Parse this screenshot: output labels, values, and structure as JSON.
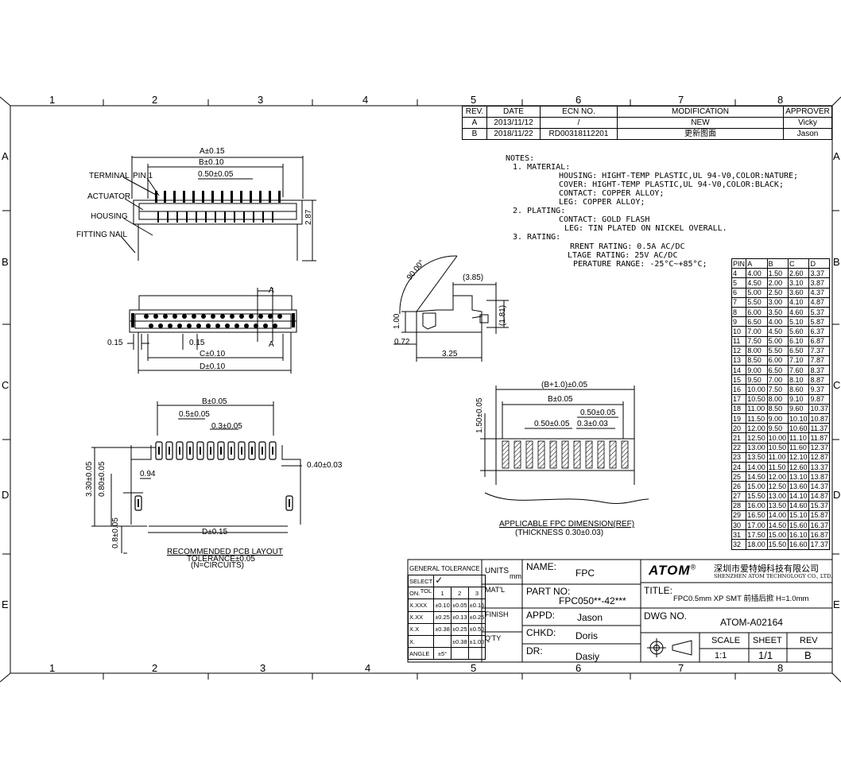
{
  "grid": {
    "cols": [
      "1",
      "2",
      "3",
      "4",
      "5",
      "6",
      "7",
      "8"
    ],
    "rows": [
      "A",
      "B",
      "C",
      "D",
      "E"
    ]
  },
  "revision": {
    "headers": [
      "REV.",
      "DATE",
      "ECN NO.",
      "MODIFICATION",
      "APPROVER"
    ],
    "rows": [
      [
        "A",
        "2013/11/12",
        "/",
        "NEW",
        "Vicky"
      ],
      [
        "B",
        "2018/11/22",
        "RD00318112201",
        "更新图面",
        "Jason"
      ]
    ]
  },
  "notes": {
    "title": "NOTES:",
    "lines": [
      "1. MATERIAL:",
      "HOUSING: HIGHT-TEMP PLASTIC,UL 94-V0,COLOR:NATURE;",
      "COVER: HIGHT-TEMP PLASTIC,UL 94-V0,COLOR:BLACK;",
      "CONTACT: COPPER ALLOY;",
      "LEG: COPPER ALLOY;",
      "2. PLATING:",
      "CONTACT: GOLD FLASH",
      "LEG: TIN PLATED ON NICKEL OVERALL.",
      "3. RATING:",
      "RRENT RATING: 0.5A AC/DC",
      "LTAGE RATING: 25V AC/DC",
      "PERATURE RANGE: -25°C~+85°C;"
    ]
  },
  "pin_table": {
    "headers": [
      "PIN",
      "A",
      "B",
      "C",
      "D"
    ],
    "rows": [
      [
        "4",
        "4.00",
        "1.50",
        "2.60",
        "3.37"
      ],
      [
        "5",
        "4.50",
        "2.00",
        "3.10",
        "3.87"
      ],
      [
        "6",
        "5.00",
        "2.50",
        "3.60",
        "4.37"
      ],
      [
        "7",
        "5.50",
        "3.00",
        "4.10",
        "4.87"
      ],
      [
        "8",
        "6.00",
        "3.50",
        "4.60",
        "5.37"
      ],
      [
        "9",
        "6.50",
        "4.00",
        "5.10",
        "5.87"
      ],
      [
        "10",
        "7.00",
        "4.50",
        "5.60",
        "6.37"
      ],
      [
        "11",
        "7.50",
        "5.00",
        "6.10",
        "6.87"
      ],
      [
        "12",
        "8.00",
        "5.50",
        "6.50",
        "7.37"
      ],
      [
        "13",
        "8.50",
        "6.00",
        "7.10",
        "7.87"
      ],
      [
        "14",
        "9.00",
        "6.50",
        "7.60",
        "8.37"
      ],
      [
        "15",
        "9.50",
        "7.00",
        "8.10",
        "8.87"
      ],
      [
        "16",
        "10.00",
        "7.50",
        "8.60",
        "9.37"
      ],
      [
        "17",
        "10.50",
        "8.00",
        "9.10",
        "9.87"
      ],
      [
        "18",
        "11.00",
        "8.50",
        "9.60",
        "10.37"
      ],
      [
        "19",
        "11.50",
        "9.00",
        "10.10",
        "10.87"
      ],
      [
        "20",
        "12.00",
        "9.50",
        "10.60",
        "11.37"
      ],
      [
        "21",
        "12.50",
        "10.00",
        "11.10",
        "11.87"
      ],
      [
        "22",
        "13.00",
        "10.50",
        "11.60",
        "12.37"
      ],
      [
        "23",
        "13.50",
        "11.00",
        "12.10",
        "12.87"
      ],
      [
        "24",
        "14.00",
        "11.50",
        "12.60",
        "13.37"
      ],
      [
        "25",
        "14.50",
        "12.00",
        "13.10",
        "13.87"
      ],
      [
        "26",
        "15.00",
        "12.50",
        "13.60",
        "14.37"
      ],
      [
        "27",
        "15.50",
        "13.00",
        "14.10",
        "14.87"
      ],
      [
        "28",
        "16.00",
        "13.50",
        "14.60",
        "15.37"
      ],
      [
        "29",
        "16.50",
        "14.00",
        "15.10",
        "15.87"
      ],
      [
        "30",
        "17.00",
        "14.50",
        "15.60",
        "16.37"
      ],
      [
        "31",
        "17.50",
        "15.00",
        "16.10",
        "16.87"
      ],
      [
        "32",
        "18.00",
        "15.50",
        "16.60",
        "17.37"
      ]
    ]
  },
  "labels": {
    "terminal": "TERMINAL",
    "pin1": "PIN 1",
    "actuator": "ACTUATOR",
    "housing": "HOUSING",
    "fitting_nail": "FITTING NAIL",
    "dim_a": "A±0.15",
    "dim_b": "B±0.10",
    "dim_pitch": "0.50±0.05",
    "dim_287": "2.87",
    "dim_015a": "0.15",
    "dim_015b": "0.15",
    "dim_c": "C±0.10",
    "dim_d": "D±0.10",
    "sec_a1": "A",
    "sec_a2": "A",
    "side_angle": "90.00°",
    "side_385": "(3.85)",
    "side_181": "(1.81)",
    "side_100": "1.00",
    "side_072": "0.72",
    "side_325": "3.25",
    "pcb_b": "B±0.05",
    "pcb_05": "0.5±0.05",
    "pcb_03": "0.3±0.05",
    "pcb_040": "0.40±0.03",
    "pcb_330": "3.30±0.05",
    "pcb_080": "0.80±0.05",
    "pcb_094": "0.94",
    "pcb_08": "0.8±0.05",
    "pcb_d": "D±0.15",
    "pcb_title": "RECOMMENDED PCB LAYOUT",
    "pcb_tol": "TOLERANCE±0.05",
    "pcb_n": "(N=CIRCUITS)",
    "fpc_b1": "(B+1.0)±0.05",
    "fpc_b": "B±0.05",
    "fpc_050a": "0.50±0.05",
    "fpc_050b": "0.50±0.05",
    "fpc_030": "0.3±0.03",
    "fpc_150": "1.50±0.05",
    "fpc_title": "APPLICABLE FPC DIMENSION(REF)",
    "fpc_thick": "(THICKNESS 0.30±0.03)"
  },
  "tolerance": {
    "title": "GENERAL TOLERANCE",
    "select": "SELECT",
    "tol": "TOL",
    "on": "ON.",
    "cols": [
      "1",
      "2",
      "3"
    ],
    "rows": [
      [
        "X.XXX",
        "±0.10",
        "±0.05",
        "±0.15"
      ],
      [
        "X.XX",
        "±0.25",
        "±0.13",
        "±0.25"
      ],
      [
        "X.X",
        "±0.38",
        "±0.25",
        "±0.50"
      ],
      [
        "X.",
        "",
        "±0.38",
        "±1.00"
      ],
      [
        "ANGLE",
        "±5°",
        "",
        ""
      ]
    ]
  },
  "titleblock": {
    "units": "UNITS",
    "mm": "mm",
    "matl": "MAT'L",
    "finish": "FINISH",
    "qty": "Q'TY",
    "name_label": "NAME:",
    "name": "FPC",
    "part_label": "PART  NO:",
    "part": "FPC050**-42***",
    "appd_label": "APPD:",
    "appd": "Jason",
    "chkd_label": "CHKD:",
    "chkd": "Doris",
    "dr_label": "DR:",
    "dr": "Dasiy",
    "logo": "ATOM",
    "reg": "®",
    "company_cn": "深圳市爱特姆科技有限公司",
    "company_en": "SHENZHEN ATOM TECHNOLOGY CO., LTD.",
    "title_label": "TITLE:",
    "title": "FPC0.5mm  XP  SMT  前插后掀  H=1.0mm",
    "dwg_label": "DWG  NO.",
    "dwg": "ATOM-A02164",
    "scale_label": "SCALE",
    "scale": "1:1",
    "sheet_label": "SHEET",
    "sheet": "1/1",
    "rev_label": "REV",
    "rev": "B"
  }
}
